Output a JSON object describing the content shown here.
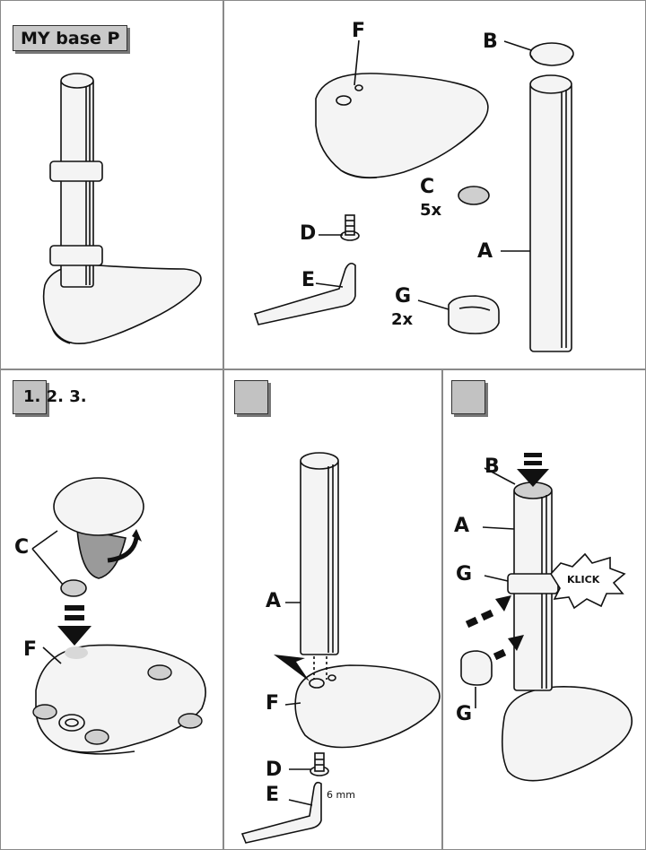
{
  "title": "MY base P",
  "steps_label": "1. 2. 3.",
  "parts": {
    "A": "A",
    "B": "B",
    "C": "C",
    "D": "D",
    "E": "E",
    "F": "F",
    "G": "G"
  },
  "quantities": {
    "C": "5x",
    "G": "2x"
  },
  "step2": {
    "wrench_size": "6 mm"
  },
  "step3": {
    "click_text": "KLICK"
  },
  "colors": {
    "badge": "#c2c2c2",
    "pad": "#cfcfcf",
    "line": "#111111"
  }
}
